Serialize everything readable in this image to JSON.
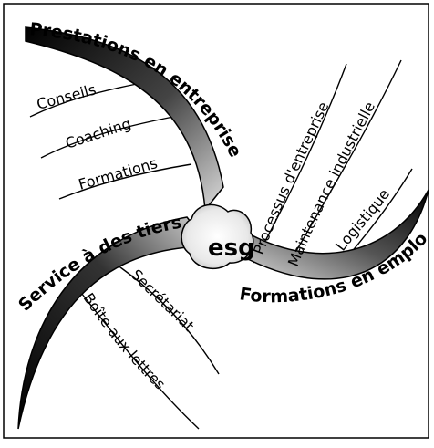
{
  "center": {
    "label": "esg"
  },
  "branches": [
    {
      "title": "Prestations en entreprise",
      "items": [
        "Conseils",
        "Coaching",
        "Formations"
      ]
    },
    {
      "title": "Service à des tiers",
      "items": [
        "Secrétariat",
        "Boîte aux lettres"
      ]
    },
    {
      "title": "Formations en emploi",
      "items": [
        "Processus d'entreprise",
        "Maintenance industrielle",
        "Logistique"
      ]
    }
  ]
}
